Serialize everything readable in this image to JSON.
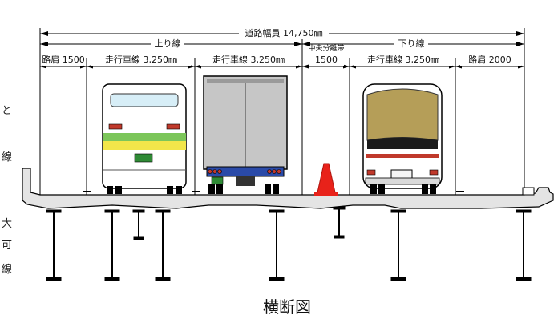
{
  "diagram": {
    "total_width_label": "道路幅員 14,750㎜",
    "direction_up_label": "上り線",
    "direction_down_label": "下り線",
    "segments": {
      "shoulder_left": "路肩 1500",
      "lane_1": "走行車線 3,250㎜",
      "lane_2": "走行車線 3,250㎜",
      "median_title": "中央分離帯",
      "median_value": "1500",
      "lane_3": "走行車線 3,250㎜",
      "shoulder_right": "路肩 2000"
    },
    "caption": "横断図",
    "left_edge_text": [
      "と",
      "線",
      "大",
      "可",
      "線"
    ]
  },
  "colors": {
    "deck": "#e4e4e4",
    "line": "#000000",
    "cone": "#e8221a",
    "bus_stripe_yellow": "#f2e64a",
    "bus_stripe_green": "#7cc65a",
    "truck_bumper": "#2a4aa8"
  }
}
